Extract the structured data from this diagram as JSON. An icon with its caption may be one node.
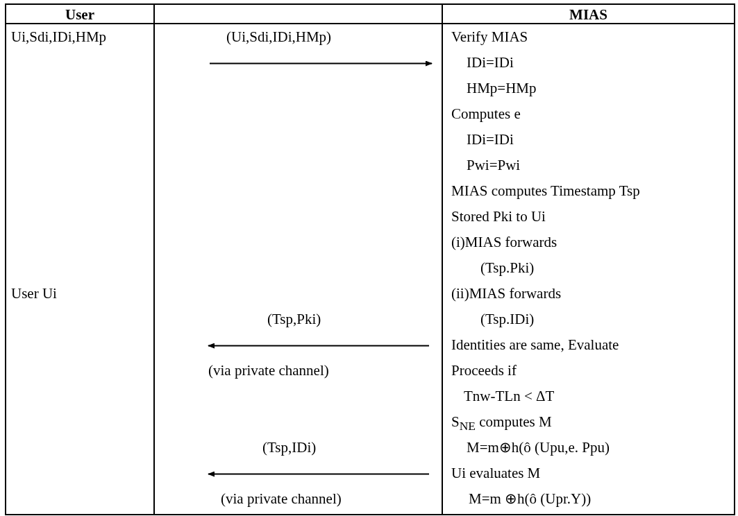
{
  "diagram": {
    "labels": [
      "User",
      "MIAS",
      "Ui,Sdi,IDi,HMp",
      "(Ui,Sdi,IDi,HMp)",
      "Verify MIAS",
      "IDi=IDi",
      "HMp=HMp",
      "Computes e",
      "IDi=IDi",
      "Pwi=Pwi",
      "MIAS computes Timestamp Tsp",
      "Stored Pki to Ui",
      "(i)MIAS forwards",
      "(Tsp.Pki)",
      "User Ui",
      "(ii)MIAS forwards",
      "(Tsp,Pki)",
      "(Tsp.IDi)",
      "Identities are same, Evaluate",
      "(via private channel)",
      "Proceeds if",
      "Tnw-TLn < ΔT",
      "S$_{NE}$ computes M",
      "(Tsp,IDi)",
      "M=m⊕h(ô (Upu,e. Ppu)",
      "Ui evaluates M",
      "(via private channel)",
      "M=m ⊕h(ô (Upr.Y))"
    ]
  }
}
